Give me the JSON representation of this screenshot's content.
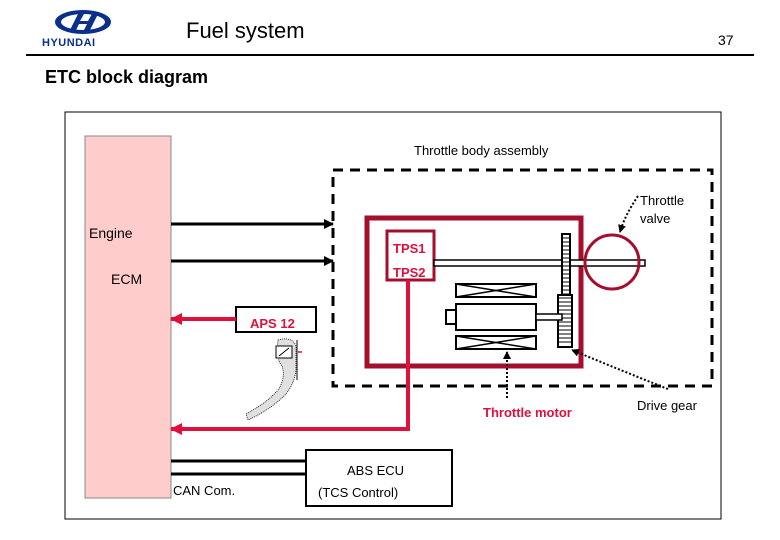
{
  "header": {
    "brand": "HYUNDAI",
    "title": "Fuel system",
    "page_number": "37",
    "subtitle": "ETC  block diagram"
  },
  "diagram": {
    "ecm_label_1": "Engine",
    "ecm_label_2": "ECM",
    "throttle_body_label": "Throttle body assembly",
    "throttle_valve_label_1": "Throttle",
    "throttle_valve_label_2": "valve",
    "tps1_label": "TPS1",
    "tps2_label": "TPS2",
    "aps_label": "APS 12",
    "throttle_motor_label": "Throttle motor",
    "drive_gear_label": "Drive gear",
    "abs_label_1": "ABS ECU",
    "abs_label_2": "(TCS Control)",
    "can_label": "CAN Com."
  },
  "colors": {
    "ecm_fill": "#ffcccc",
    "signal_red": "#e0103c",
    "assembly_maroon": "#a50f2d",
    "brand_blue": "#0b2f8a"
  }
}
